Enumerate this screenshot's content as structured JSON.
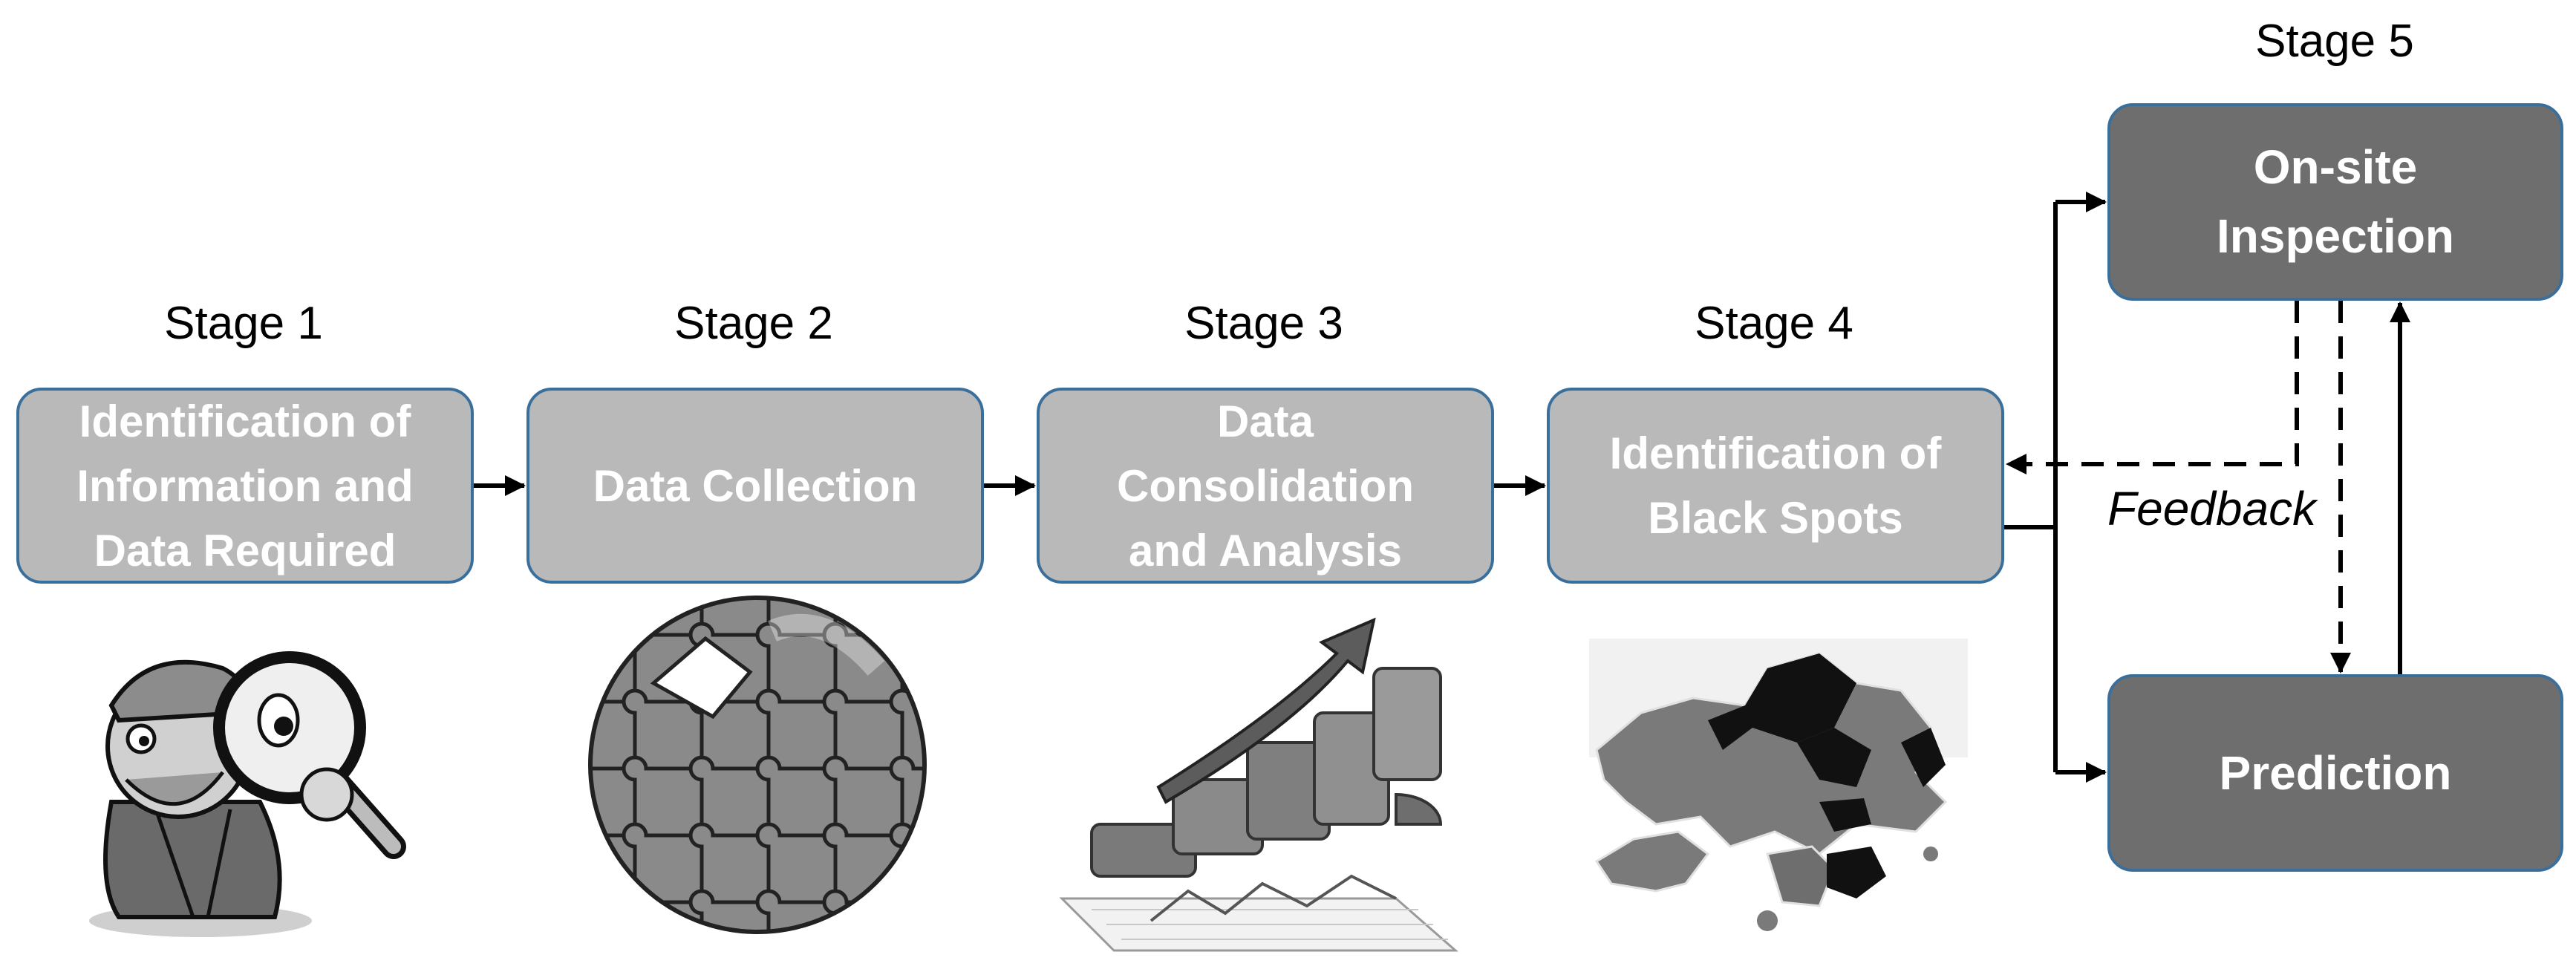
{
  "stages": [
    {
      "label": "Stage 1",
      "title_lines": [
        "Identification of",
        "Information and",
        "Data Required"
      ]
    },
    {
      "label": "Stage 2",
      "title_lines": [
        "Data Collection"
      ]
    },
    {
      "label": "Stage 3",
      "title_lines": [
        "Data",
        "Consolidation",
        "and Analysis"
      ]
    },
    {
      "label": "Stage 4",
      "title_lines": [
        "Identification of",
        "Black Spots"
      ]
    },
    {
      "label": "Stage 5"
    }
  ],
  "stage5_boxes": {
    "inspection": {
      "title_lines": [
        "On-site",
        "Inspection"
      ]
    },
    "prediction": {
      "title_lines": [
        "Prediction"
      ]
    }
  },
  "feedback_label": "Feedback",
  "colors": {
    "light_box": "#b9b9b9",
    "dark_box": "#6e6e6e",
    "border": "#3a6f9c"
  },
  "images": [
    "detective-icon",
    "puzzle-globe-icon",
    "growth-chart-icon",
    "hong-kong-map-icon"
  ]
}
